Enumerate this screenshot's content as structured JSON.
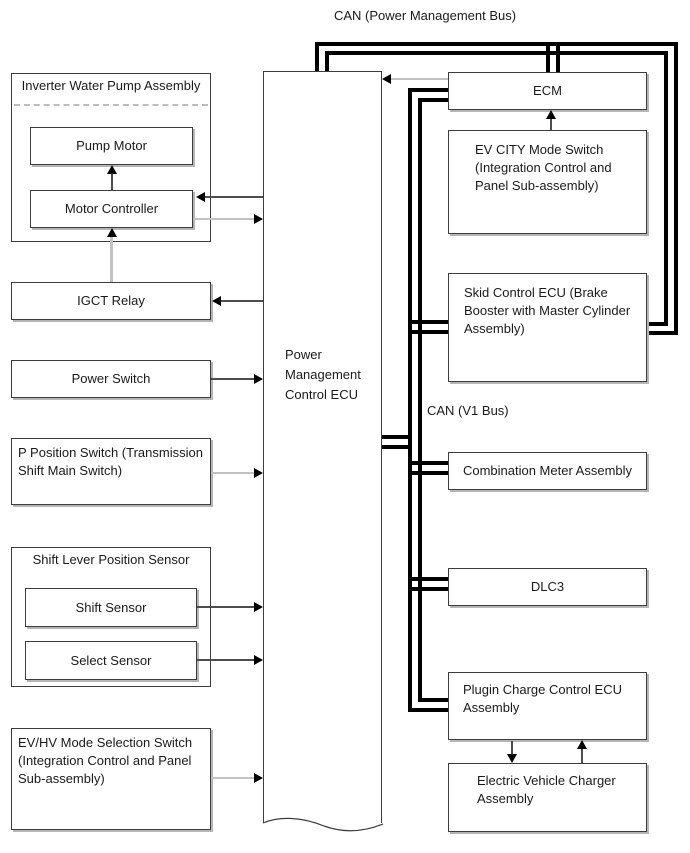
{
  "diagram": {
    "title": "CAN (Power Management Bus)",
    "bus_labels": {
      "power_management": "CAN (Power Management Bus)",
      "v1": "CAN (V1 Bus)"
    },
    "boxes": {
      "inverter_assembly": "Inverter Water Pump Assembly",
      "pump_motor": "Pump Motor",
      "motor_controller": "Motor Controller",
      "igct_relay": "IGCT Relay",
      "power_switch": "Power Switch",
      "p_position_switch": "P Position Switch (Transmission Shift Main Switch)",
      "shift_lever_sensor": "Shift Lever Position Sensor",
      "shift_sensor": "Shift Sensor",
      "select_sensor": "Select Sensor",
      "ev_hv_mode_switch": "EV/HV Mode Selection Switch (Integration Control and Panel Sub-assembly)",
      "pm_ecu": "Power\nManagement\nControl ECU",
      "ecm": "ECM",
      "ev_city_switch": "EV CITY Mode Switch (Integration Control and Panel Sub-assembly)",
      "skid_control": "Skid Control ECU (Brake Booster with Master Cylinder Assembly)",
      "combination_meter": "Combination Meter Assembly",
      "dlc3": "DLC3",
      "plugin_charge_ecu": "Plugin Charge Control ECU Assembly",
      "ev_charger": "Electric Vehicle Charger Assembly"
    },
    "colors": {
      "bus": "#000000",
      "connector_light": "#c2c2c2",
      "connector_dark": "#4d4d4d",
      "arrowhead": "#000000",
      "box_border": "#3d3d3d",
      "box_shadow": "#b5b5b5",
      "dashed_divider": "#bdbdbd",
      "background": "#ffffff",
      "text": "#1a1a1a"
    }
  }
}
